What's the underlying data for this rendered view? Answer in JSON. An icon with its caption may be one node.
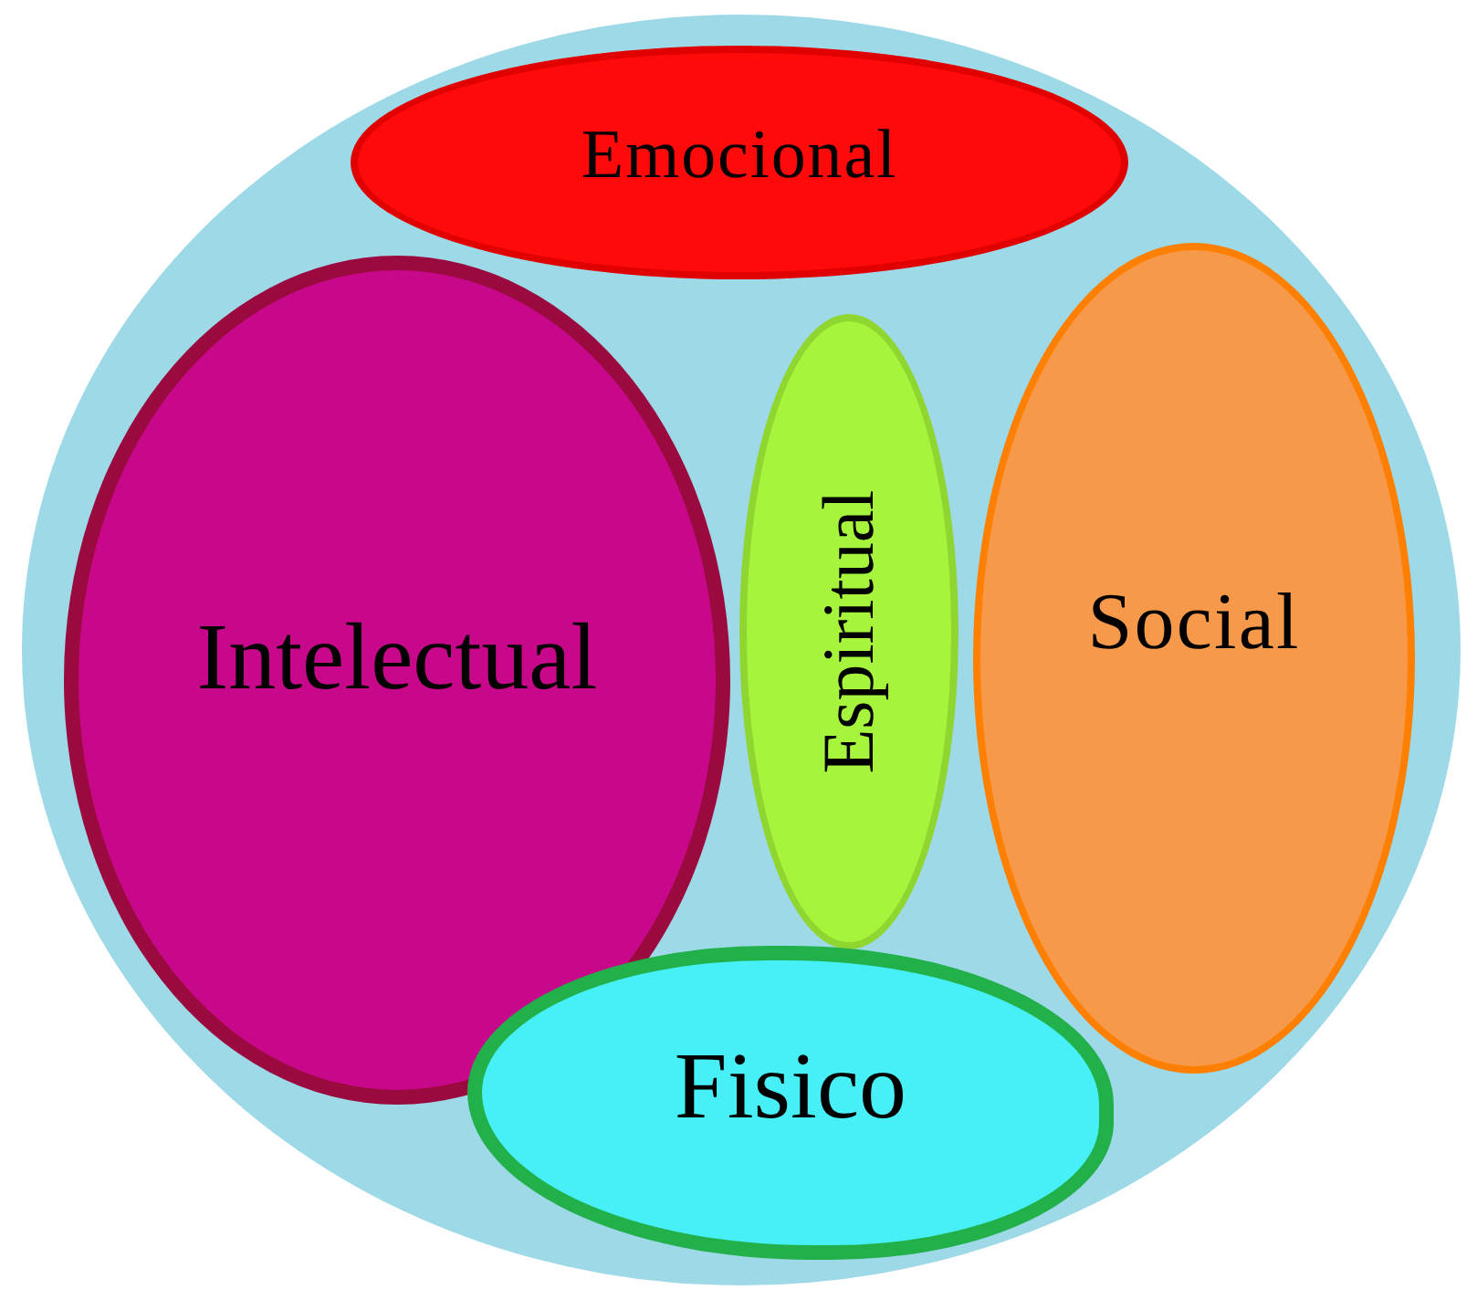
{
  "diagram": {
    "nodes": [
      {
        "text": [],
        "shape": "circle"
      },
      {
        "text": [
          "Emocional"
        ],
        "in": 0
      },
      {
        "text": [
          "Intelectual"
        ],
        "in": 0
      },
      {
        "text": [
          "Espiritual"
        ],
        "in": 0
      },
      {
        "text": [
          "Social"
        ],
        "in": 0
      },
      {
        "text": [
          "Fisico"
        ],
        "in": 0
      }
    ]
  }
}
